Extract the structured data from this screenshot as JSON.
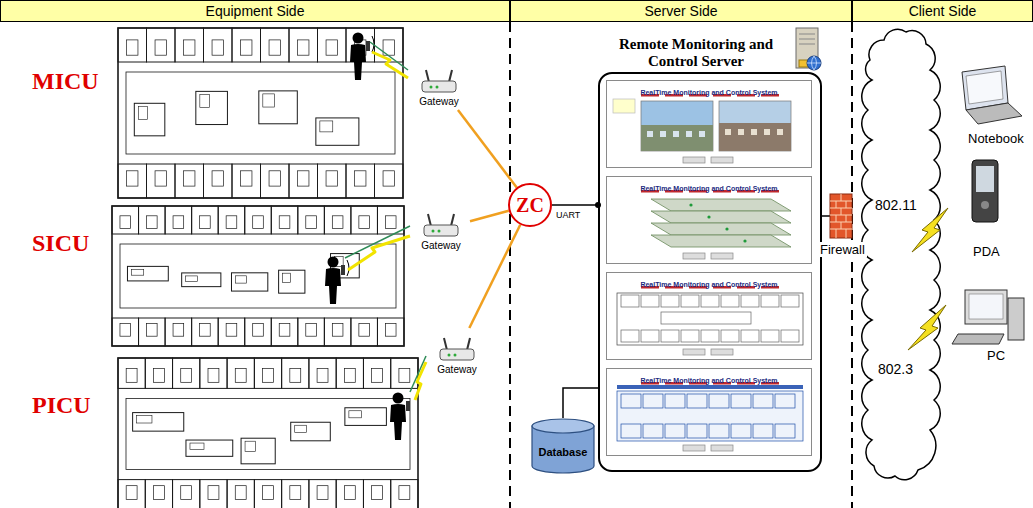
{
  "diagram": {
    "nodes": [
      {
        "text": [
          "Equipment Side"
        ]
      },
      {
        "text": [
          "Server Side"
        ]
      },
      {
        "text": [
          "Client Side"
        ]
      },
      {
        "text": [
          "Gateway"
        ]
      },
      {
        "text": [
          "Gateway"
        ]
      },
      {
        "text": [
          "Gateway"
        ]
      },
      {
        "text": [
          "ZC"
        ]
      },
      {
        "text": [
          "Remote Monitoring and Control Server"
        ]
      },
      {
        "text": [
          "RealTime Monitoring and Control System"
        ],
        "in": 7
      },
      {
        "text": [
          "RealTime Monitoring and Control System"
        ],
        "in": 7
      },
      {
        "text": [
          "RealTime Monitoring and Control System"
        ],
        "in": 7
      },
      {
        "text": [
          "RealTime Monitoring and Control System"
        ],
        "in": 7
      },
      {
        "text": [
          "Database"
        ]
      }
    ],
    "edges": [
      {
        "from": 3,
        "to": 6,
        "arrow": "none"
      },
      {
        "from": 4,
        "to": 6,
        "arrow": "none"
      },
      {
        "from": 5,
        "to": 6,
        "arrow": "none"
      },
      {
        "from": 6,
        "to": 7,
        "arrow": "none"
      },
      {
        "from": 12,
        "to": 7,
        "arrow": "none"
      }
    ],
    "labels": [
      "MICU",
      "SICU",
      "PICU",
      "UART",
      "Firewall",
      "802.11",
      "802.3",
      "Notebook",
      "PDA",
      "PC"
    ]
  }
}
